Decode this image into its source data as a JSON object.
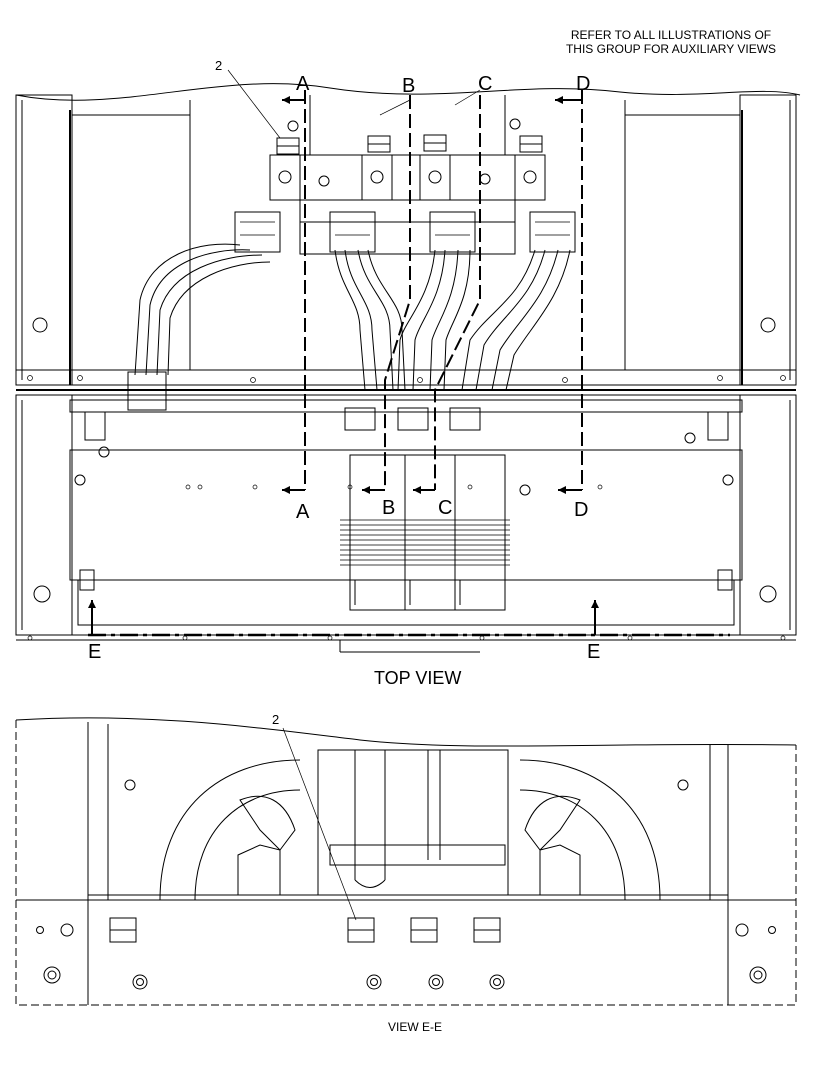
{
  "note": {
    "line1": "REFER TO ALL ILLUSTRATIONS OF",
    "line2": "THIS GROUP FOR AUXILIARY VIEWS"
  },
  "top_view": {
    "caption": "TOP VIEW",
    "callout": "2",
    "section_labels": {
      "a": "A",
      "b": "B",
      "c": "C",
      "d": "D",
      "e": "E"
    }
  },
  "view_ee": {
    "caption": "VIEW E-E",
    "callout": "2"
  }
}
